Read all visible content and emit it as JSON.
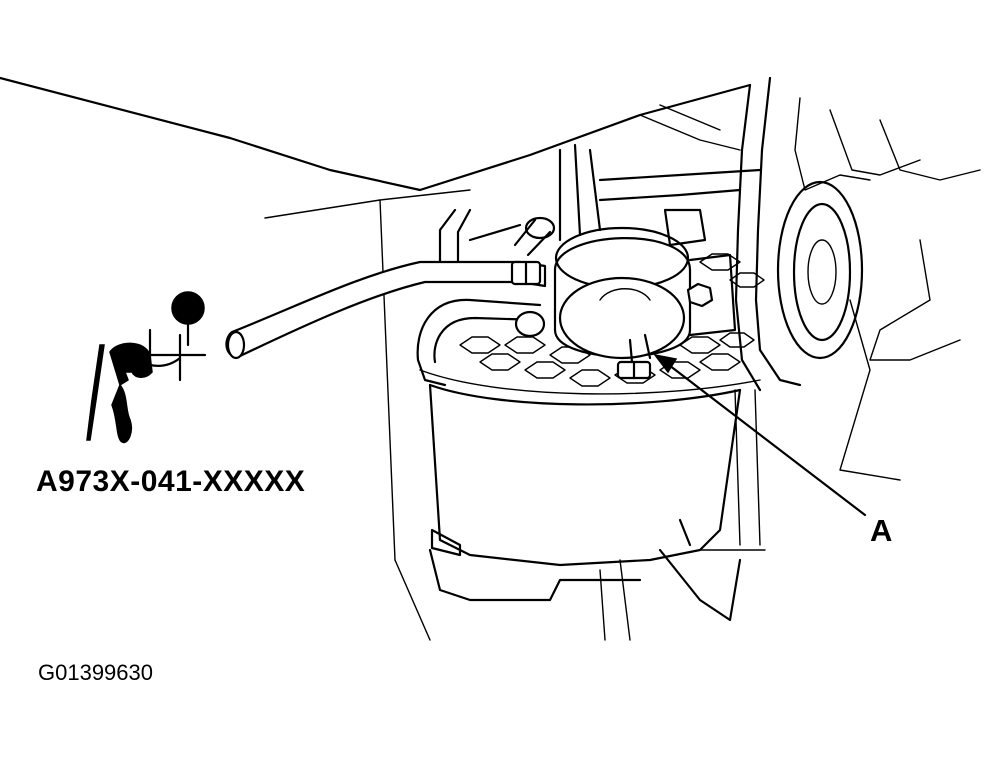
{
  "diagram": {
    "tool_label": "A973X-041-XXXXX",
    "callout_label": "A",
    "figure_id": "G01399630"
  },
  "icons": {
    "vacuum_pump": "vacuum-pump-gauge-icon"
  }
}
